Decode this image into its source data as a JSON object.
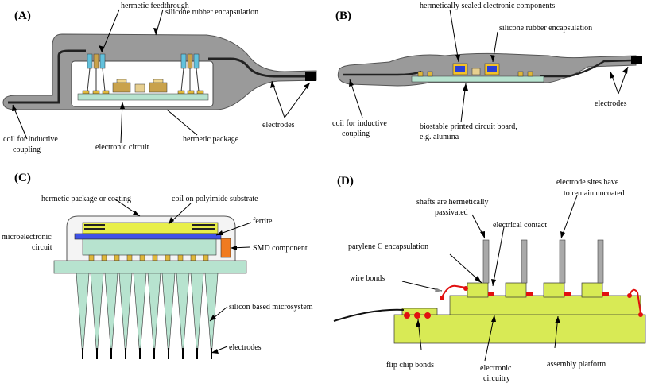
{
  "panels": {
    "a": {
      "label": "(A)",
      "hermetic_feedthrough": "hermetic feedthrough",
      "silicone_rubber": "silicone rubber encapsulation",
      "coil_line1": "coil for inductive",
      "coil_line2": "coupling",
      "electronic_circuit": "electronic circuit",
      "hermetic_package": "hermetic package",
      "electrodes": "electrodes"
    },
    "b": {
      "label": "(B)",
      "sealed_components": "hermetically sealed electronic components",
      "silicone_rubber": "silicone rubber encapsulation",
      "coil_line1": "coil for inductive",
      "coil_line2": "coupling",
      "pcb_line1": "biostable printed circuit board,",
      "pcb_line2": "e.g. alumina",
      "electrodes": "electrodes"
    },
    "c": {
      "label": "(C)",
      "hermetic_package": "hermetic package or coating",
      "coil": "coil on polyimide substrate",
      "ferrite": "ferrite",
      "micro_line1": "microelectronic",
      "micro_line2": "circuit",
      "smd": "SMD component",
      "silicon": "silicon based microsystem",
      "electrodes": "electrodes"
    },
    "d": {
      "label": "(D)",
      "shafts_line1": "shafts are hermetically",
      "shafts_line2": "passivated",
      "electrical_contact": "electrical contact",
      "sites_line1": "electrode sites have",
      "sites_line2": "to remain uncoated",
      "parylene": "parylene C encapsulation",
      "wire_bonds": "wire bonds",
      "flip_chip": "flip chip bonds",
      "circuitry_line1": "electronic",
      "circuitry_line2": "circuitry",
      "assembly": "assembly platform"
    }
  },
  "colors": {
    "silicone": "#9a9a9a",
    "package": "#ffffff",
    "board": "#b7e3cf",
    "component": "#c9a24b",
    "feedthrough": "#62c1dc",
    "ferrite": "#3f52e6",
    "coil": "#e8ef4a",
    "smd": "#f07b20",
    "platform": "#d8ea55",
    "shaft": "#a9a9a9",
    "bond": "#e11010"
  }
}
